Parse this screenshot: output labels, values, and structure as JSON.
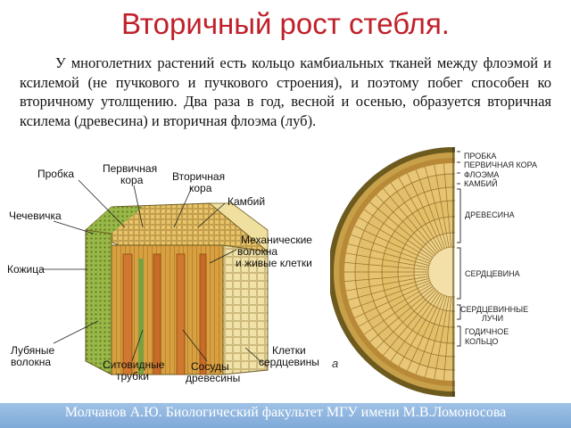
{
  "title": "Вторичный рост стебля.",
  "paragraph": "У многолетних растений есть кольцо  камбиальных тканей между флоэмой и ксилемой (не пучкового и пучкового строения), и поэтому побег способен ко вторичному утолщению. Два раза в год, весной и осенью, образуется вторичная ксилема (древесина) и вторичная флоэма (луб).",
  "left_diagram": {
    "labels": {
      "probka": "Пробка",
      "pervichnaya_kora_1": "Первичная",
      "pervichnaya_kora_2": "кора",
      "vtorichnaya_kora_1": "Вторичная",
      "vtorichnaya_kora_2": "кора",
      "kambiy": "Камбий",
      "chechevichka": "Чечевичка",
      "mekh_1": "Механические",
      "mekh_2": "волокна",
      "mekh_3": "и живые клетки",
      "kozhitsa": "Кожица",
      "lubyanye_1": "Лубяные",
      "lubyanye_2": "волокна",
      "sitovidnye_1": "Ситовидные",
      "sitovidnye_2": "трубки",
      "sosudy_1": "Сосуды",
      "sosudy_2": "древесины",
      "kletki_1": "Клетки",
      "kletki_2": "сердцевины"
    }
  },
  "right_diagram": {
    "labels": {
      "probka": "ПРОБКА",
      "pervichnaya_kora": "ПЕРВИЧНАЯ КОРА",
      "floema": "ФЛОЭМА",
      "kambiy": "КАМБИЙ",
      "drevesina": "ДРЕВЕСИНА",
      "serdtsevina": "СЕРДЦЕВИНА",
      "luchi_1": "СЕРДЦЕВИННЫЕ",
      "luchi_2": "ЛУЧИ",
      "godichnoe_1": "ГОДИЧНОЕ",
      "godichnoe_2": "КОЛЬЦО",
      "figure_letter": "а"
    }
  },
  "footer": "Молчанов А.Ю. Биологический факультет МГУ имени М.В.Ломоносова",
  "colors": {
    "title": "#c0202a",
    "bark": "#8a7a2a",
    "wood": "#e8c060",
    "cambium": "#5aa050",
    "vessel": "#d07830",
    "footer_bg": "#8fb6e0"
  }
}
